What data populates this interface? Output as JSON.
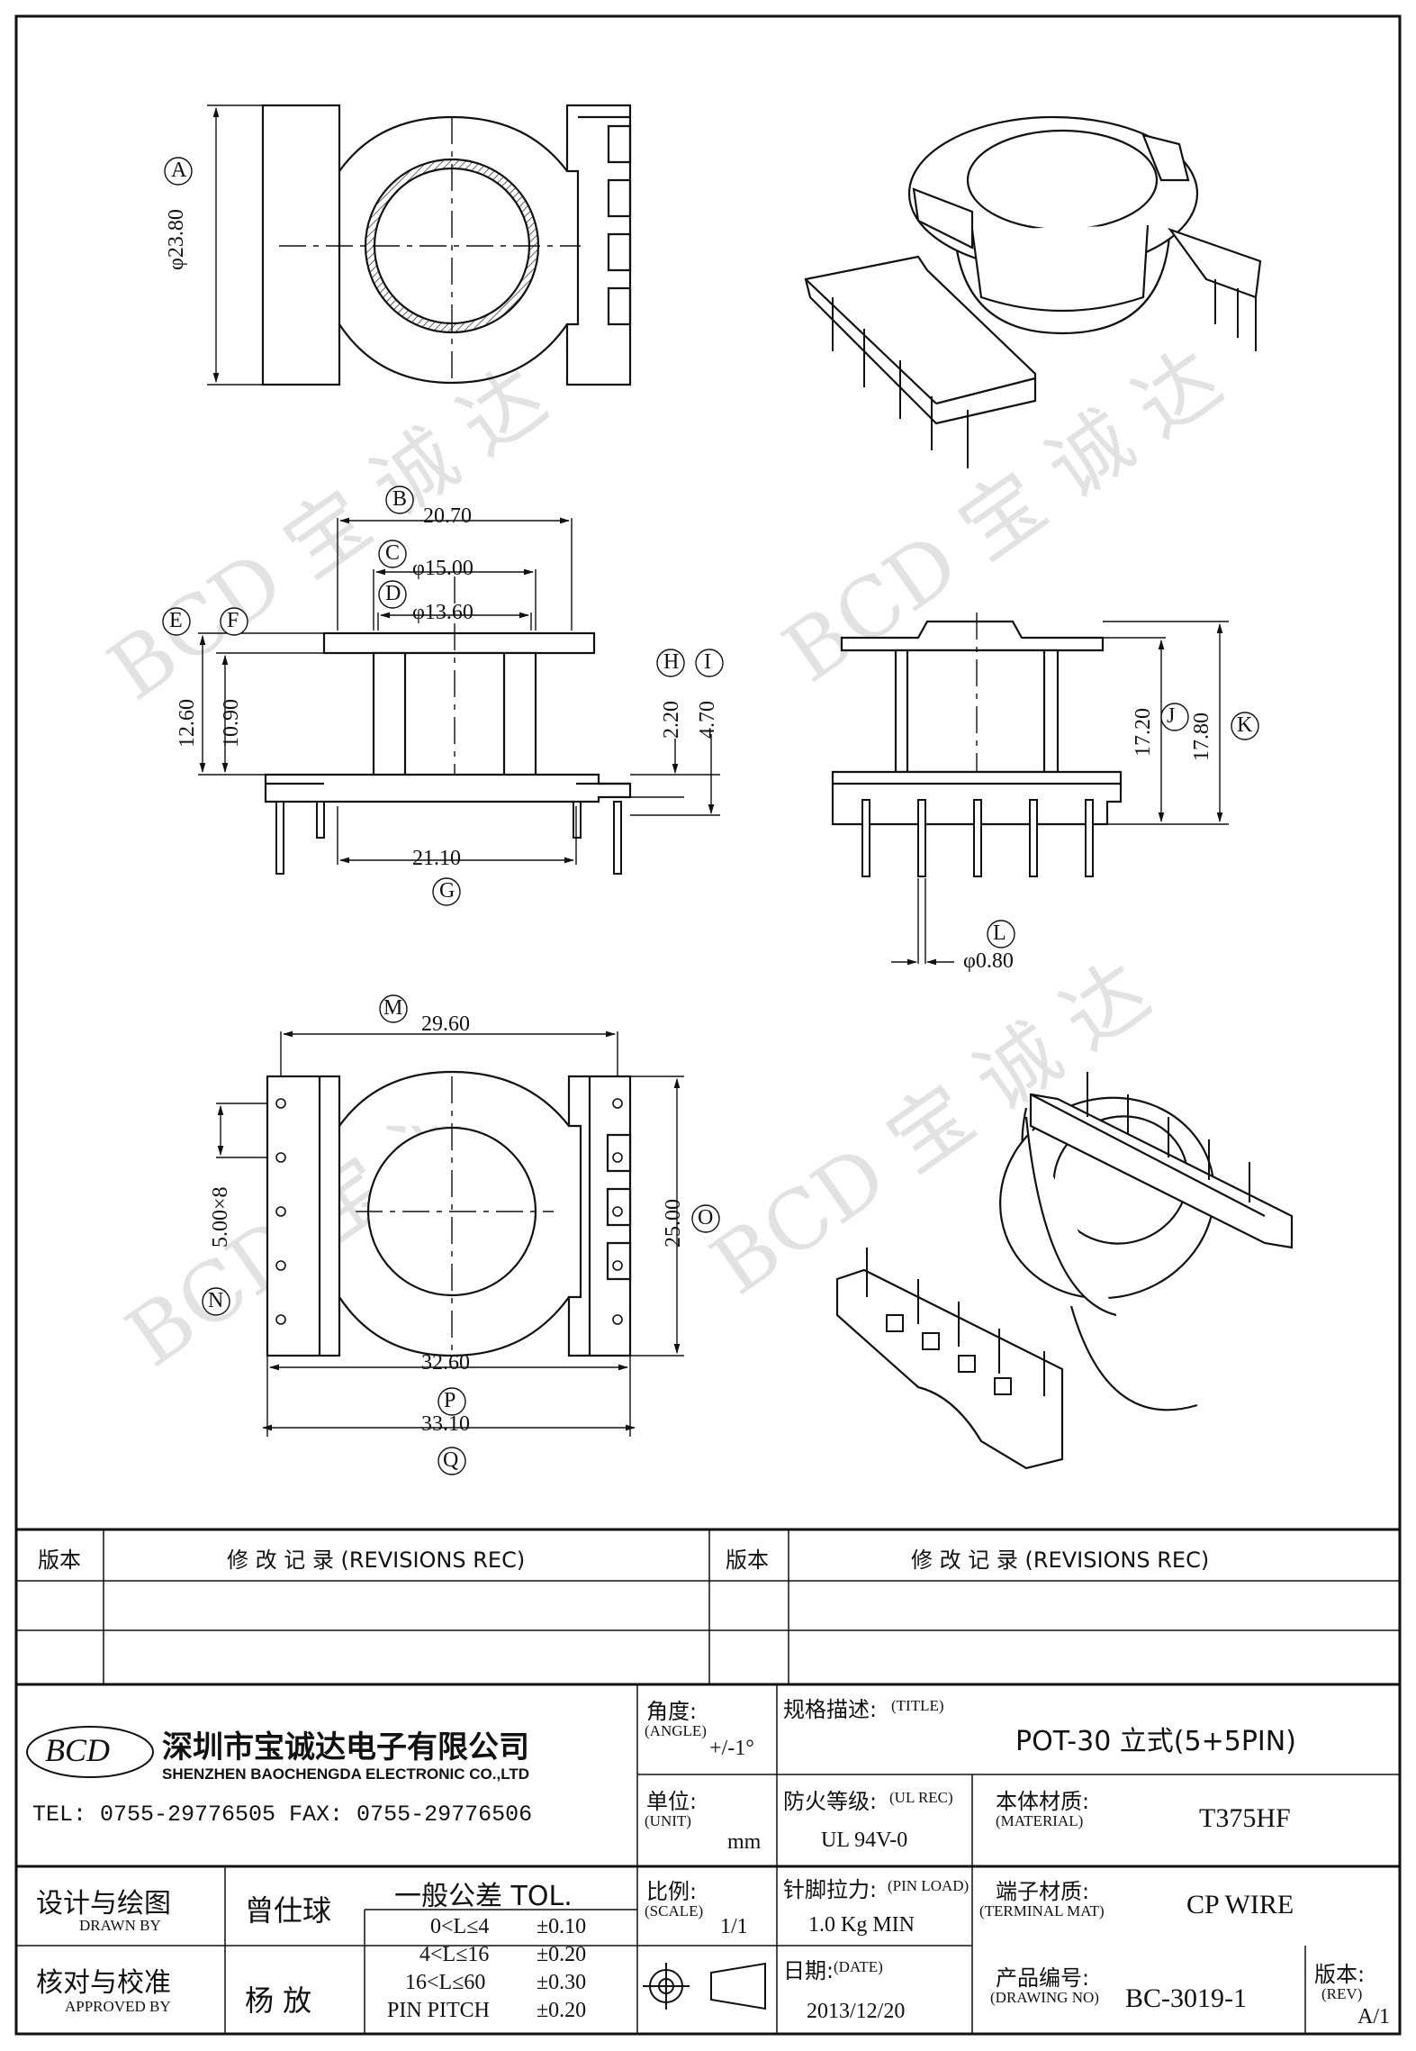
{
  "dimensions": {
    "A": {
      "letter": "A",
      "value": "φ23.80"
    },
    "B": {
      "letter": "B",
      "value": "20.70"
    },
    "C": {
      "letter": "C",
      "value": "φ15.00"
    },
    "D": {
      "letter": "D",
      "value": "φ13.60"
    },
    "E": {
      "letter": "E",
      "value": "12.60"
    },
    "F": {
      "letter": "F",
      "value": "10.90"
    },
    "G": {
      "letter": "G",
      "value": "21.10"
    },
    "H": {
      "letter": "H",
      "value": "2.20"
    },
    "I": {
      "letter": "I",
      "value": "4.70"
    },
    "J": {
      "letter": "J",
      "value": "17.20"
    },
    "K": {
      "letter": "K",
      "value": "17.80"
    },
    "L": {
      "letter": "L",
      "value": "φ0.80"
    },
    "M": {
      "letter": "M",
      "value": "29.60"
    },
    "N": {
      "letter": "N",
      "value": "5.00×8"
    },
    "O": {
      "letter": "O",
      "value": "25.00"
    },
    "P": {
      "letter": "P",
      "value": "32.60"
    },
    "Q": {
      "letter": "Q",
      "value": "33.10"
    }
  },
  "revisions": {
    "version_label_left": "版本",
    "record_label_left": "修 改 记 录 (REVISIONS REC)",
    "version_label_right": "版本",
    "record_label_right": "修 改 记 录 (REVISIONS REC)"
  },
  "company": {
    "logo_text": "BCD",
    "name_cn": "深圳市宝诚达电子有限公司",
    "name_en": "SHENZHEN BAOCHENGDA ELECTRONIC CO.,LTD",
    "contact": "TEL: 0755-29776505  FAX: 0755-29776506"
  },
  "titleblock": {
    "angle_label": "角度:",
    "angle_label_en": "(ANGLE)",
    "angle_value": "+/-1°",
    "title_label": "规格描述:",
    "title_label_en": "(TITLE)",
    "title_value": "POT-30 立式(5+5PIN)",
    "unit_label": "单位:",
    "unit_label_en": "(UNIT)",
    "unit_value": "mm",
    "ul_label": "防火等级:",
    "ul_label_en": "(UL REC)",
    "ul_value": "UL 94V-0",
    "material_label": "本体材质:",
    "material_label_en": "(MATERIAL)",
    "material_value": "T375HF",
    "drawn_label": "设计与绘图",
    "drawn_label_en": "DRAWN BY",
    "drawn_value": "曾仕球",
    "tol_label": "一般公差 TOL.",
    "tol_rows": [
      {
        "range": "0<L≤4",
        "value": "±0.10"
      },
      {
        "range": "4<L≤16",
        "value": "±0.20"
      },
      {
        "range": "16<L≤60",
        "value": "±0.30"
      },
      {
        "range": "PIN PITCH",
        "value": "±0.20"
      }
    ],
    "scale_label": "比例:",
    "scale_label_en": "(SCALE)",
    "scale_value": "1/1",
    "pinload_label": "针脚拉力:",
    "pinload_label_en": "(PIN LOAD)",
    "pinload_value": "1.0 Kg MIN",
    "terminal_label": "端子材质:",
    "terminal_label_en": "(TERMINAL MAT)",
    "terminal_value": "CP WIRE",
    "approved_label": "核对与校准",
    "approved_label_en": "APPROVED BY",
    "approved_value": "杨  放",
    "date_label": "日期:",
    "date_label_en": "(DATE)",
    "date_value": "2013/12/20",
    "drawing_label": "产品编号:",
    "drawing_label_en": "(DRAWING NO)",
    "drawing_value": "BC-3019-1",
    "rev_label": "版本:",
    "rev_label_en": "(REV)",
    "rev_value": "A/1"
  }
}
